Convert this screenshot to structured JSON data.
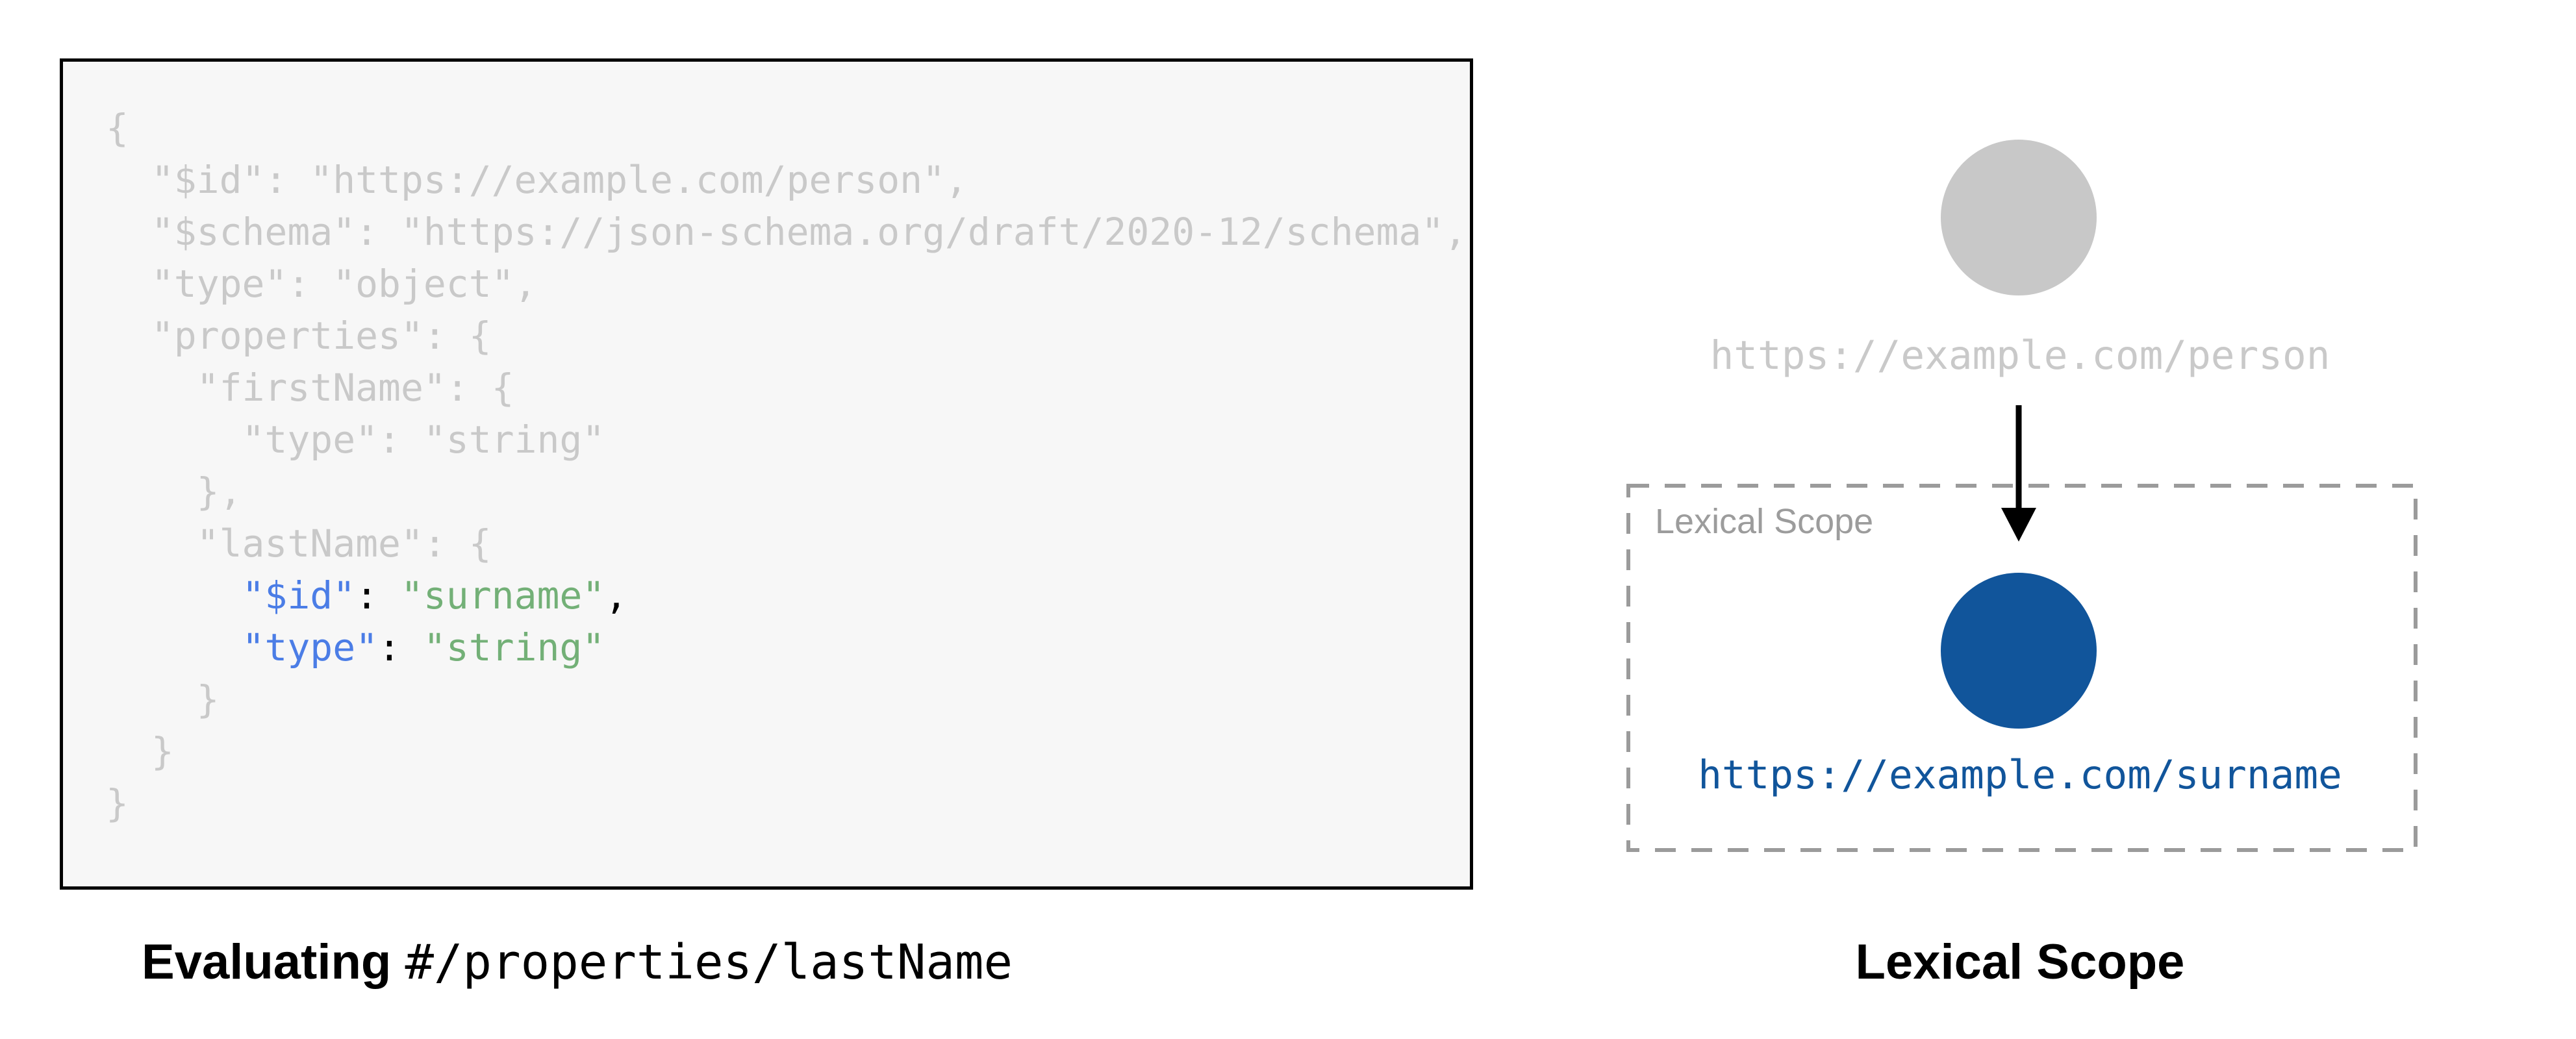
{
  "code_panel": {
    "lines_top": [
      "{",
      "  \"$id\": \"https://example.com/person\",",
      "  \"$schema\": \"https://json-schema.org/draft/2020-12/schema\",",
      "  \"type\": \"object\",",
      "  \"properties\": {",
      "    \"firstName\": {",
      "      \"type\": \"string\"",
      "    },",
      "    \"lastName\": {"
    ],
    "id_line": {
      "indent": "      ",
      "key": "\"$id\"",
      "sep": ": ",
      "value": "\"surname\"",
      "tail": ","
    },
    "type_line": {
      "indent": "      ",
      "key": "\"type\"",
      "sep": ": ",
      "value": "\"string\"",
      "tail": ""
    },
    "lines_bottom": [
      "    }",
      "  }",
      "}"
    ]
  },
  "captions": {
    "left_bold": "Evaluating",
    "left_pointer": "#/properties/lastName",
    "right": "Lexical Scope"
  },
  "diagram": {
    "parent_uri": "https://example.com/person",
    "scope_box_label": "Lexical Scope",
    "child_uri": "https://example.com/surname"
  },
  "colors": {
    "code_panel_background": "#f7f7f7",
    "code_panel_border": "#000000",
    "code_muted_gray": "#c9c9c9",
    "code_key_blue": "#4b7de6",
    "code_string_green": "#73b077",
    "code_punctuation_black": "#000000",
    "parent_node_gray": "#c8c8c8",
    "child_node_blue": "#11559b",
    "scope_dash_gray": "#9b9b9b",
    "scope_label_gray": "#9c9c9c",
    "arrow_black": "#000000"
  }
}
